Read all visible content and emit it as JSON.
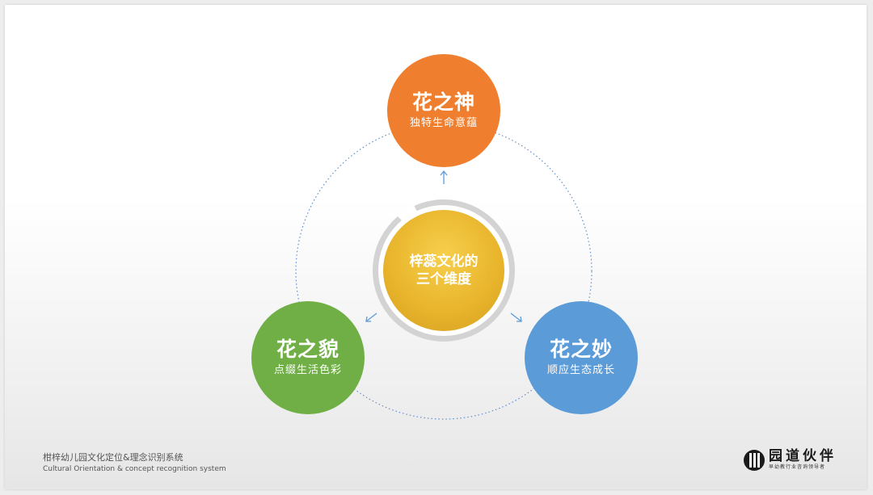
{
  "diagram": {
    "top": {
      "title": "花之神",
      "subtitle": "独特生命意蕴",
      "color": "#ef7f2e"
    },
    "left": {
      "title": "花之貌",
      "subtitle": "点缀生活色彩",
      "color": "#6faf45"
    },
    "right": {
      "title": "花之妙",
      "subtitle": "顺应生态成长",
      "color": "#5b9bd8"
    },
    "center": {
      "line1": "梓蕊文化的",
      "line2": "三个维度",
      "color": "#e9b62d"
    },
    "ring_color": "#5b8fd0",
    "arrow_color": "#5b9bd8"
  },
  "footer": {
    "title_cn": "柑梓幼儿园文化定位&理念识别系统",
    "title_en": "Cultural Orientation & concept recognition system"
  },
  "logo": {
    "name": "园道伙伴",
    "tagline": "早幼教行业咨询领导者"
  }
}
